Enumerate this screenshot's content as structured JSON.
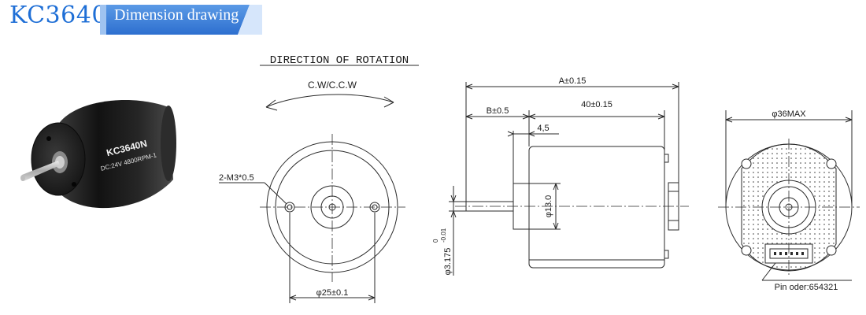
{
  "header": {
    "model": "KC3640",
    "banner": "Dimension drawing"
  },
  "motor_label": {
    "line1": "KC3640N",
    "line2": "DC:24V  4800RPM-1"
  },
  "front_view": {
    "heading": "DIRECTION OF ROTATION",
    "rotation": "C.W/C.C.W",
    "holes": "2-M3*0.5",
    "pcd": "φ25±0.1"
  },
  "side_view": {
    "overall_length": "A±0.15",
    "shaft_extension": "B±0.5",
    "body_length": "40±0.15",
    "boss_length": "4,5",
    "boss_diameter": "φ13.0",
    "shaft_diameter": "φ3.175",
    "shaft_tol_upper": "0",
    "shaft_tol_lower": "-0.01"
  },
  "rear_view": {
    "max_diameter": "φ36MAX",
    "pin_order": "Pin oder:654321"
  },
  "colors": {
    "brand_blue": "#1f6fd6",
    "banner_blue": "#3b7fd9",
    "line": "#2a2a2a"
  }
}
